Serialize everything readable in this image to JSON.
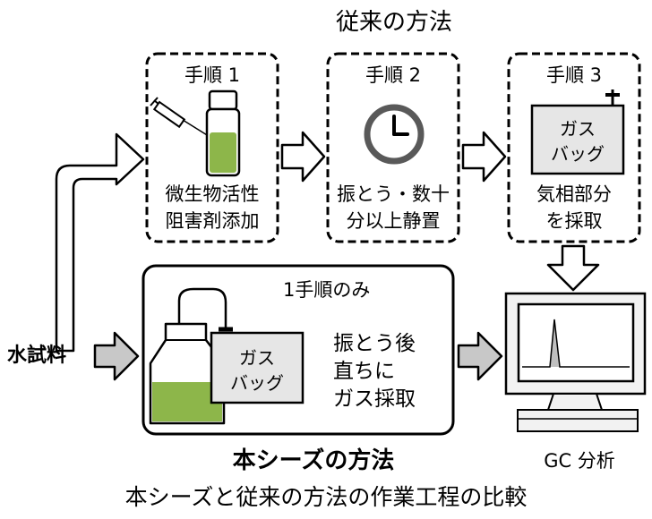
{
  "conventional": {
    "title": "従来の方法",
    "steps": [
      {
        "label": "手順 1",
        "line1": "微生物活性",
        "line2": "阻害剤添加"
      },
      {
        "label": "手順 2",
        "line1": "振とう・数十",
        "line2": "分以上静置"
      },
      {
        "label": "手順 3",
        "line1": "気相部分",
        "line2": "を採取",
        "bag_line1": "ガス",
        "bag_line2": "バッグ"
      }
    ]
  },
  "new_method": {
    "step_label": "1手順のみ",
    "bag_line1": "ガス",
    "bag_line2": "バッグ",
    "desc_line1": "振とう後",
    "desc_line2": "直ちに",
    "desc_line3": "ガス採取",
    "title": "本シーズの方法"
  },
  "input_label": "水試料",
  "gc_label": "GC 分析",
  "caption": "本シーズと従来の方法の作業工程の比較",
  "colors": {
    "liquid": "#8db64a",
    "arrow_fill": "#c8c8c8",
    "panel": "#e6e6e6",
    "screen": "#f2f2f2",
    "clock": "#595959"
  }
}
